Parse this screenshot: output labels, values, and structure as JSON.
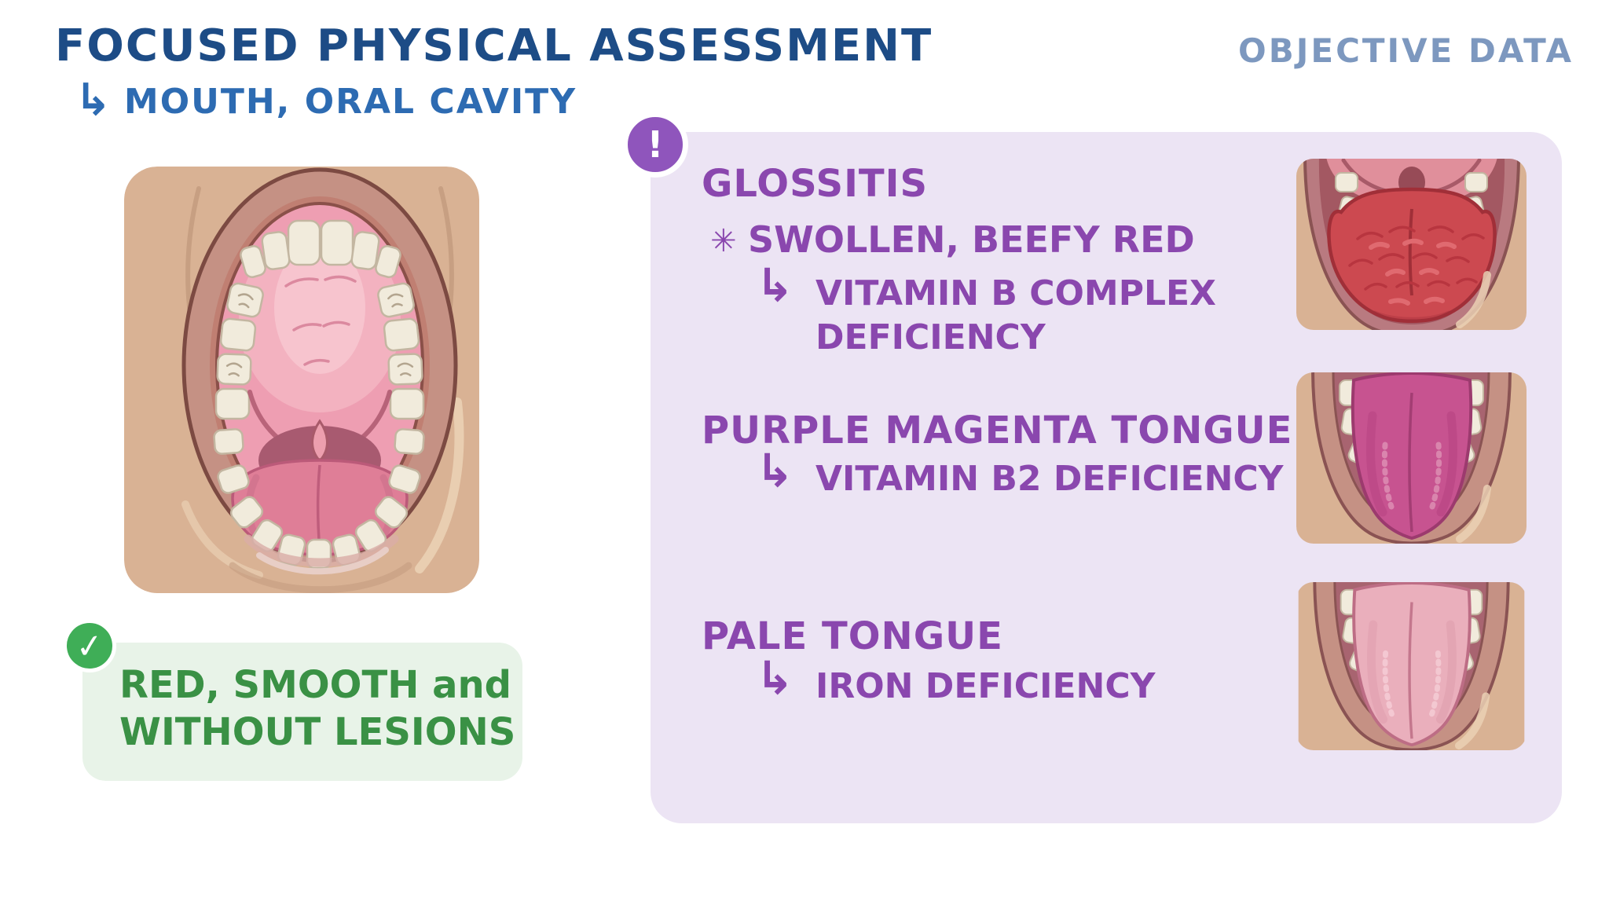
{
  "header": {
    "title": "FOCUSED PHYSICAL ASSESSMENT",
    "subtitle": "MOUTH, ORAL CAVITY",
    "corner_label": "OBJECTIVE DATA"
  },
  "icons": {
    "branch_arrow": "↳",
    "asterisk": "✳",
    "alert": "!",
    "check": "✓"
  },
  "normal_finding": {
    "line1": "RED, SMOOTH and",
    "line2": "WITHOUT LESIONS"
  },
  "abnormal_findings": [
    {
      "heading": "GLOSSITIS",
      "bullet": "SWOLLEN, BEEFY RED",
      "cause_line1": "VITAMIN B COMPLEX",
      "cause_line2": "DEFICIENCY",
      "illustration": "swollen-beefy-red-tongue"
    },
    {
      "heading": "PURPLE MAGENTA TONGUE",
      "cause_line1": "VITAMIN B2 DEFICIENCY",
      "illustration": "purple-magenta-tongue"
    },
    {
      "heading": "PALE TONGUE",
      "cause_line1": "IRON DEFICIENCY",
      "illustration": "pale-tongue"
    }
  ],
  "illustrations": {
    "mouth": "open-mouth-oral-cavity"
  },
  "colors": {
    "title_blue": "#1d4c86",
    "subtitle_blue": "#2d6bb2",
    "objective_blue": "#7d98bf",
    "purple_text": "#8a47ae",
    "panel_bg": "#ece4f4",
    "alert_purple": "#8f55bc",
    "green_text": "#3a9145",
    "green_box": "#e8f3e8",
    "check_green": "#3fae57",
    "skin": "#d9b294",
    "skin_shadow": "#c49c80",
    "skin_light": "#ead0b4",
    "lip": "#c59184",
    "lip_outline": "#7c4a42",
    "lip_rose": "#b97a80",
    "inner_pink": "#ee9eb2",
    "palate_pink": "#f3b2c0",
    "palate_light": "#f7c5cf",
    "teeth": "#f1ebdc",
    "teeth_outline": "#c3b6a1",
    "throat": "#a85a70",
    "uvula": "#ec9fae",
    "uvula_dark": "#8f4450",
    "tongue_pink": "#df7e97",
    "tongue_pink_dk": "#bb5a79",
    "jaw_outline": "#8a5353",
    "cavity": "#a86470",
    "cavity_deep": "#a35862",
    "upper_mouth": "#d8919c",
    "upper_mouth_rose": "#e08f9b",
    "arch_dk": "#b06a76",
    "arch_dk2": "#a85a68",
    "tongue_red": "#cc4950",
    "tongue_red_dk": "#a02f38",
    "tongue_red_bump": "#b8353f",
    "tongue_red_hl": "#e06a70",
    "tongue_magenta": "#c75390",
    "tongue_magenta_dk": "#9c3a6e",
    "tongue_magenta_shade": "#b5417f",
    "tongue_magenta_hl": "#dc8bb1",
    "tongue_pale": "#eaafbc",
    "tongue_pale_dk": "#bd6d85",
    "tongue_pale_shade": "#dd9cab",
    "tongue_pale_hl": "#f5cbd4"
  }
}
